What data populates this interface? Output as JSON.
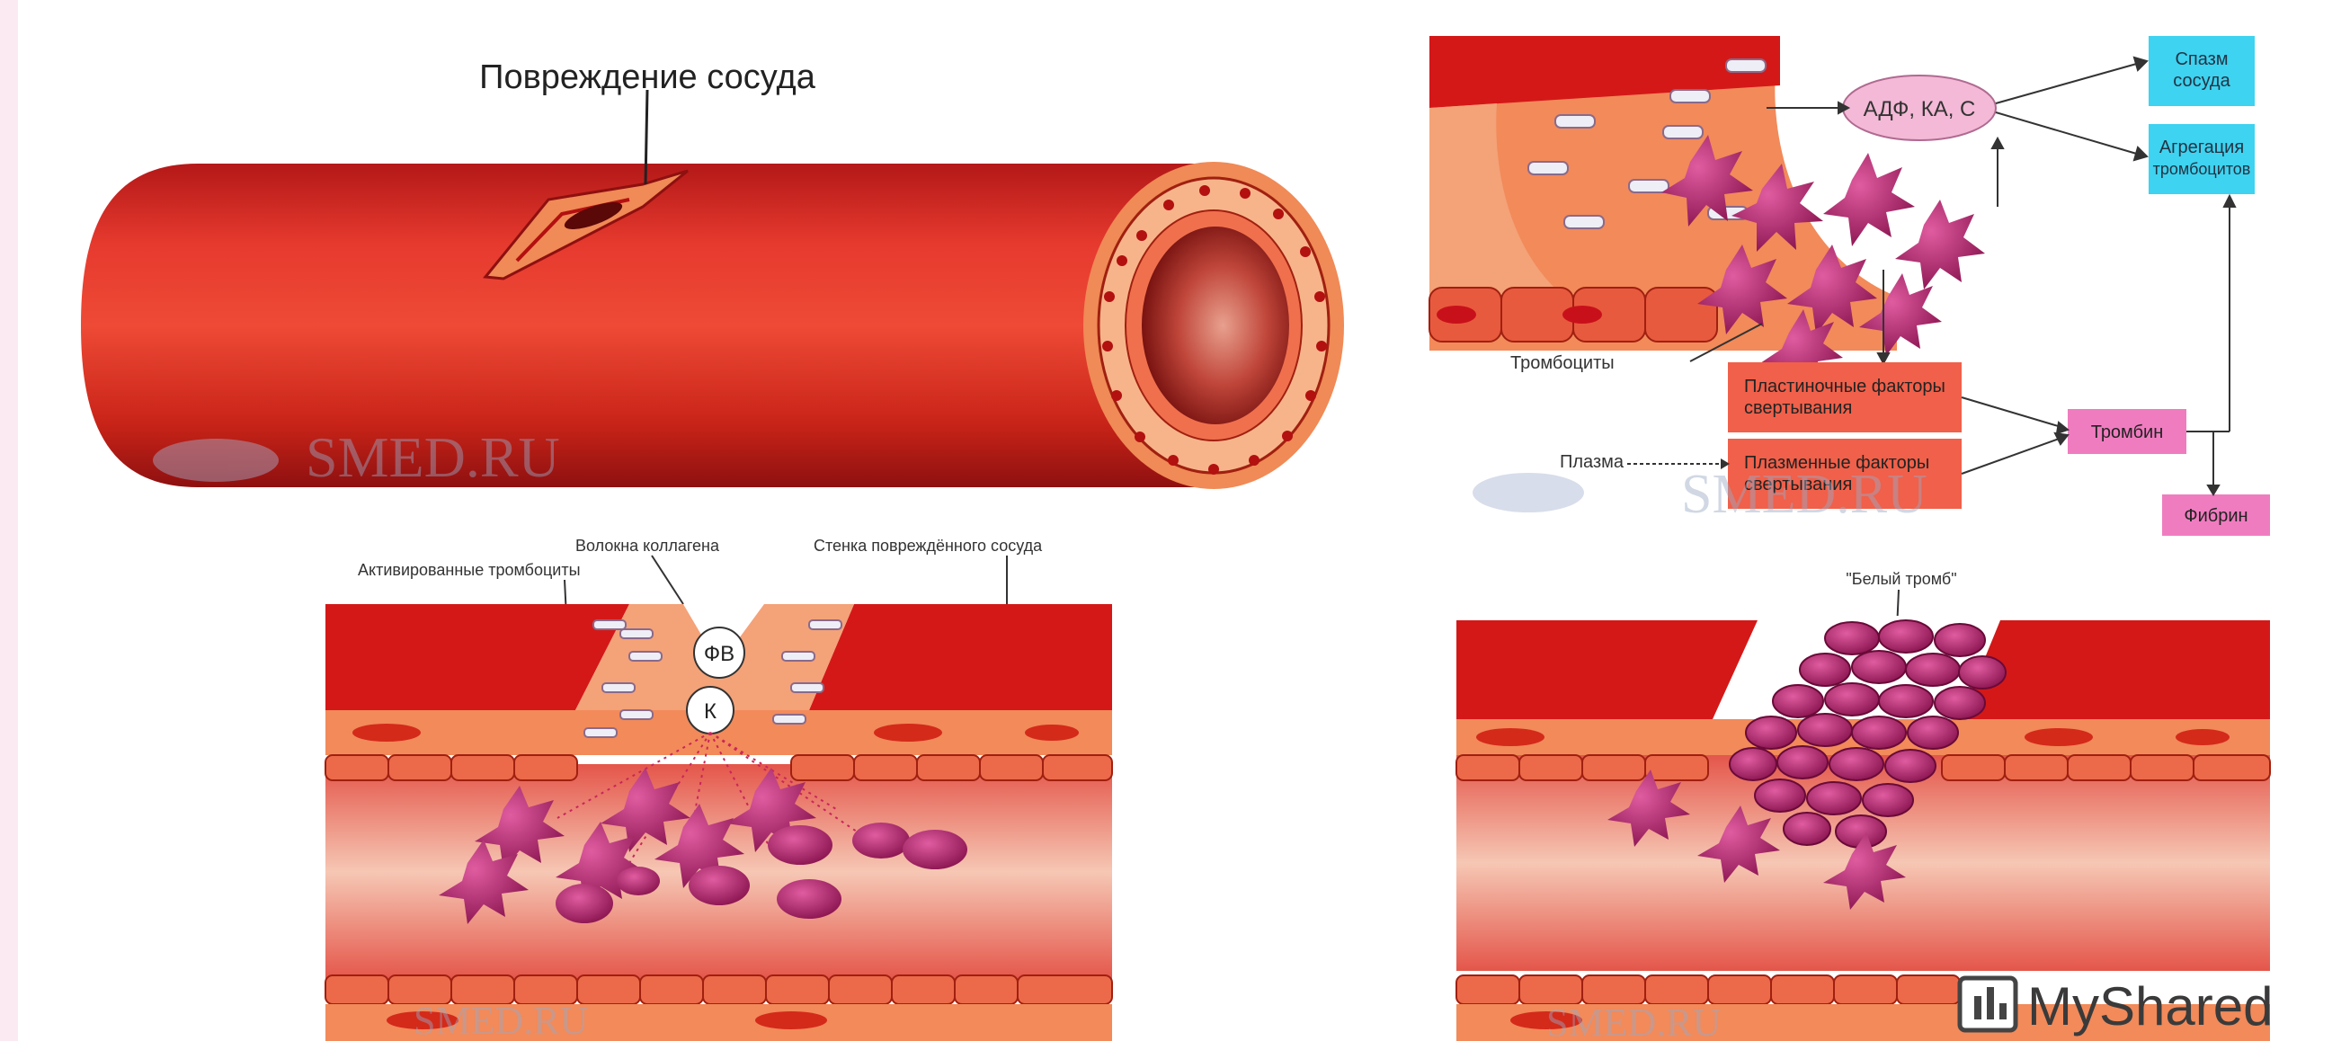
{
  "panel1": {
    "title": "Повреждение сосуда",
    "watermark": "SMED.RU"
  },
  "panel2": {
    "mediators": "АДФ, КА, С",
    "spasm": "Спазм сосуда",
    "spasm_line1": "Спазм",
    "spasm_line2": "сосуда",
    "aggregation_line1": "Агрегация",
    "aggregation_line2": "тромбоцитов",
    "platelets_label": "Тромбоциты",
    "platelet_factors_line1": "Пластиночные факторы",
    "platelet_factors_line2": "свертывания",
    "plasma_label": "Плазма",
    "plasma_factors_line1": "Плазменные факторы",
    "plasma_factors_line2": "свертывания",
    "thrombin": "Тромбин",
    "fibrin": "Фибрин",
    "watermark": "SMED.RU",
    "colors": {
      "cyan_box": "#3ed3f0",
      "red_box": "#f0604a",
      "pink_box": "#f07cc0",
      "ellipse": "#f3b9d6"
    }
  },
  "panel3": {
    "collagen_label": "Волокна коллагена",
    "wall_label": "Стенка повреждённого сосуда",
    "activated_label": "Активированные тромбоциты",
    "vw_factor": "ФВ",
    "k_factor": "К",
    "watermark": "SMED.RU"
  },
  "panel4": {
    "white_thrombus": "\"Белый тромб\"",
    "watermark": "SMED.RU"
  },
  "brand": {
    "name": "MyShared"
  }
}
